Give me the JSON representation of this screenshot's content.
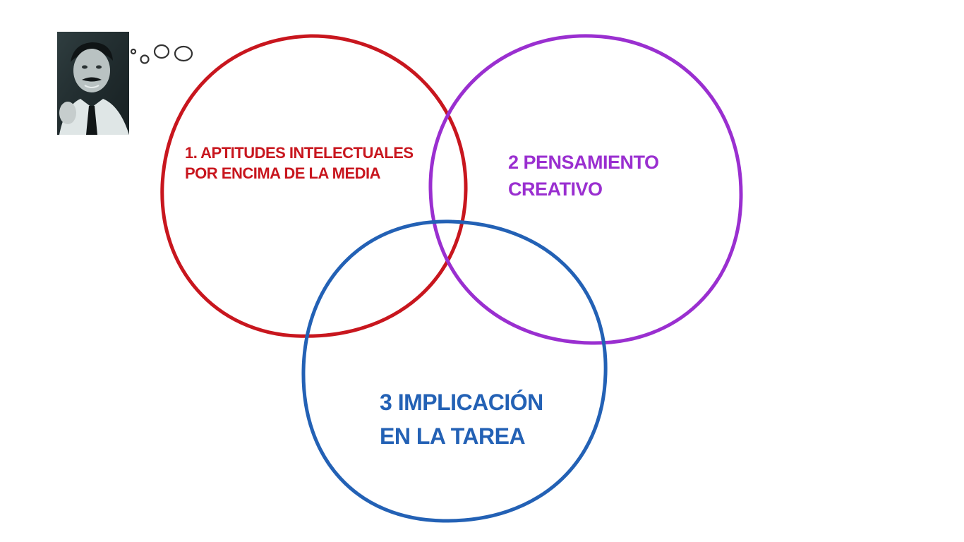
{
  "colors": {
    "background": "#ffffff",
    "circle_1": "#c8161e",
    "circle_2": "#9a2fd0",
    "circle_3": "#2361b5",
    "thought_bubble": "#333333"
  },
  "circles": [
    {
      "id": "1",
      "lines": [
        "1. APTITUDES INTELECTUALES",
        "POR ENCIMA DE LA MEDIA"
      ],
      "color": "#c8161e"
    },
    {
      "id": "2",
      "lines": [
        "2 PENSAMIENTO",
        "CREATIVO"
      ],
      "color": "#9a2fd0"
    },
    {
      "id": "3",
      "lines": [
        "3 IMPLICACIÓN",
        "EN LA TAREA"
      ],
      "color": "#2361b5"
    }
  ],
  "portrait": {
    "icon": "portrait-photo-icon"
  },
  "thought_bubble": {
    "icon": "thought-bubble-icon"
  }
}
